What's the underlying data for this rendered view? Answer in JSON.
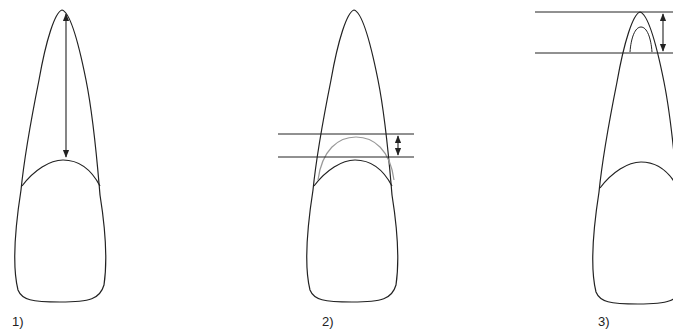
{
  "diagram": {
    "labels": [
      "1)",
      "2)",
      "3)"
    ]
  }
}
